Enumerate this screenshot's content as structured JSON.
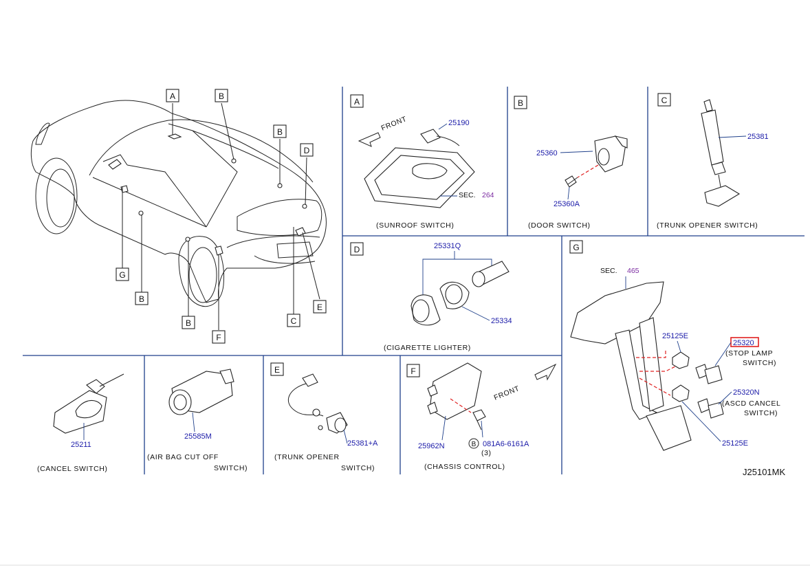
{
  "diagram_code": "J25101MK",
  "car_view": {
    "callouts": [
      "A",
      "B",
      "B",
      "D",
      "G",
      "B",
      "B",
      "F",
      "C",
      "E"
    ]
  },
  "panels": {
    "A": {
      "letter": "A",
      "front": "FRONT",
      "part": "25190",
      "sec_prefix": "SEC.",
      "sec_num": "264",
      "caption": "(SUNROOF   SWITCH)"
    },
    "B": {
      "letter": "B",
      "part1": "25360",
      "part2": "25360A",
      "caption": "(DOOR   SWITCH)"
    },
    "C": {
      "letter": "C",
      "part": "25381",
      "caption": "(TRUNK   OPENER        SWITCH)"
    },
    "D": {
      "letter": "D",
      "part1": "25331Q",
      "part2": "25334",
      "caption": "(CIGARETTE   LIGHTER)"
    },
    "G": {
      "letter": "G",
      "sec_prefix": "SEC.",
      "sec_num": "465",
      "part1": "25125E",
      "part2": "25320",
      "part2_desc1": "(STOP   LAMP",
      "part2_desc2": "SWITCH)",
      "part3": "25320N",
      "part3_desc1": "(ASCD   CANCEL",
      "part3_desc2": "SWITCH)",
      "part4": "25125E"
    },
    "cancel": {
      "part": "25211",
      "caption": "(CANCEL   SWITCH)"
    },
    "airbag": {
      "part": "25585M",
      "caption1": "(AIR   BAG   CUT   OFF",
      "caption2": "SWITCH)"
    },
    "E": {
      "letter": "E",
      "part": "25381+A",
      "caption1": "(TRUNK   OPENER",
      "caption2": "SWITCH)"
    },
    "F": {
      "letter": "F",
      "front": "FRONT",
      "part": "25962N",
      "bolt_mark": "B",
      "bolt": "081A6-6161A",
      "bolt_qty": "(3)",
      "caption": "(CHASSIS   CONTROL)"
    }
  },
  "colors": {
    "divider": "#1e3f8a",
    "part_number": "#1a1aa8",
    "sec_number": "#7a2aa0",
    "highlight": "#e02020"
  }
}
